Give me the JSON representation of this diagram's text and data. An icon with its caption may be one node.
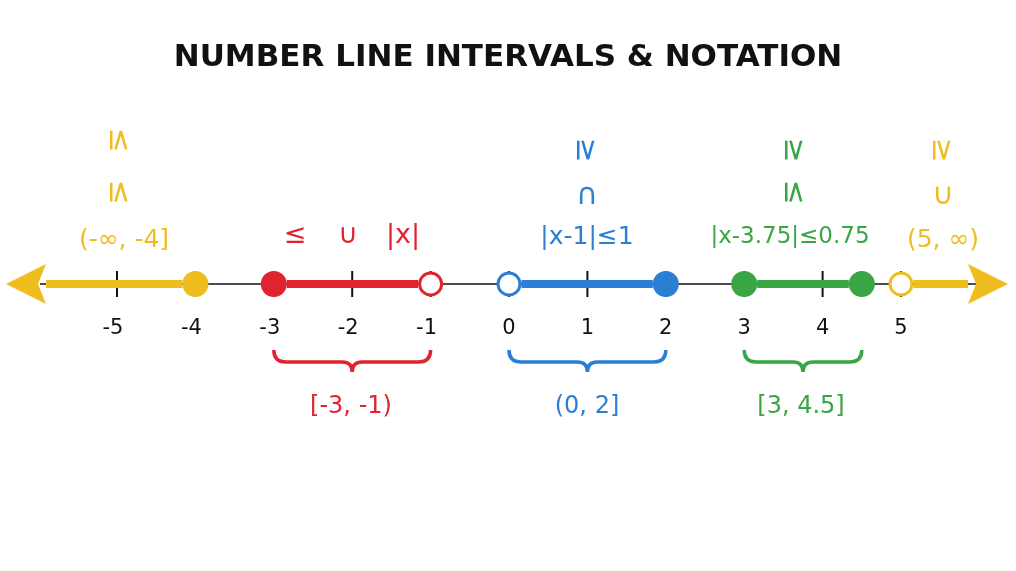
{
  "diagram": {
    "title": "NUMBER LINE INTERVALS & NOTATION",
    "nodes": [
      {
        "text": [],
        "shape": "circle"
      },
      {
        "text": [],
        "shape": "circle"
      },
      {
        "text": [],
        "shape": "circle"
      },
      {
        "text": [],
        "shape": "circle"
      },
      {
        "text": [],
        "shape": "circle"
      },
      {
        "text": [],
        "shape": "circle"
      },
      {
        "text": [],
        "shape": "circle"
      },
      {
        "text": [],
        "shape": "circle"
      }
    ],
    "edges": [
      {
        "from": 0,
        "to": null,
        "arrow": "to",
        "color": "#f0bd1e"
      },
      {
        "from": 1,
        "to": 2,
        "arrow": "none",
        "color": "#e0242f"
      },
      {
        "from": 3,
        "to": 4,
        "arrow": "none",
        "color": "#2a7fd4"
      },
      {
        "from": 5,
        "to": 6,
        "arrow": "none",
        "color": "#3aa544"
      },
      {
        "from": 7,
        "to": null,
        "arrow": "to",
        "color": "#f0bd1e"
      }
    ],
    "labels": [
      "≤",
      "≥",
      "≥",
      "≥",
      "≤",
      "∩",
      "≤",
      "∪",
      "(-∞, -4]",
      "≤",
      "∪",
      "|x|",
      "|x-1|≤1",
      "|x-3.75|≤0.75",
      "(5, ∞)",
      "-5",
      "-4",
      "-3",
      "-2",
      "-1",
      "0",
      "1",
      "2",
      "3",
      "4",
      "5",
      "[-3, -1)",
      "(0, 2]",
      "[3, 4.5]"
    ]
  }
}
